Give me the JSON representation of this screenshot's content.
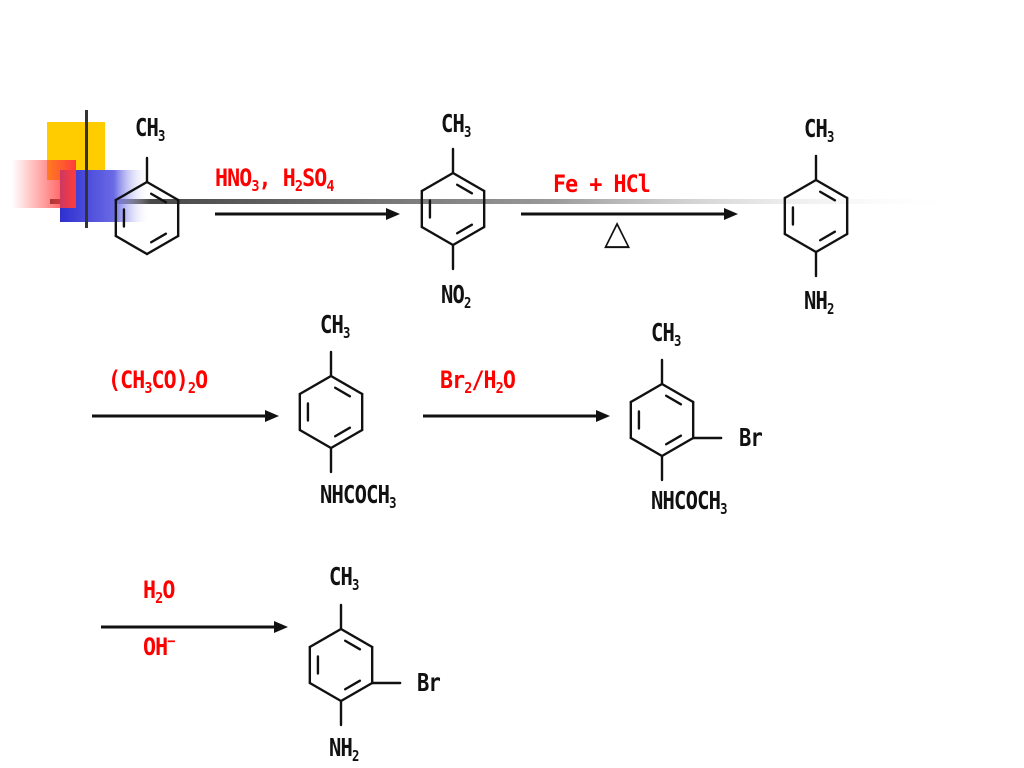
{
  "colors": {
    "reagent": "#ff0000",
    "structure": "#111111",
    "deco_yellow": "#ffcc00",
    "deco_blue": "#3333cc",
    "deco_red": "#ff4d4d",
    "deco_line": "#444444"
  },
  "molecules": {
    "toluene": {
      "top": "CH",
      "top_sub": "3"
    },
    "nitrotoluene": {
      "top": "CH",
      "top_sub": "3",
      "bottom": "NO",
      "bottom_sub": "2"
    },
    "toluidine": {
      "top": "CH",
      "top_sub": "3",
      "bottom": "NH",
      "bottom_sub": "2"
    },
    "acetotoluidide": {
      "top": "CH",
      "top_sub": "3",
      "bottom": "NHCOCH",
      "bottom_sub": "3"
    },
    "bromo_acetotoluidide": {
      "top": "CH",
      "top_sub": "3",
      "bottom": "NHCOCH",
      "bottom_sub": "3",
      "side": "Br"
    },
    "bromo_toluidine": {
      "top": "CH",
      "top_sub": "3",
      "bottom": "NH",
      "bottom_sub": "2",
      "side": "Br"
    }
  },
  "reagents": {
    "step1": {
      "p1": "HNO",
      "s1": "3",
      "p2": ", H",
      "s2": "2",
      "p3": "SO",
      "s3": "4"
    },
    "step2": {
      "text": "Fe + HCl",
      "below_symbol": "△"
    },
    "step3": {
      "p1": "(CH",
      "s1": "3",
      "p2": "CO)",
      "s2": "2",
      "p3": "O"
    },
    "step4": {
      "p1": "Br",
      "s1": "2",
      "p2": "/H",
      "s2": "2",
      "p3": "O"
    },
    "step5": {
      "p1": "H",
      "s1": "2",
      "p2": "O",
      "p3": "OH",
      "sup": "−"
    }
  }
}
